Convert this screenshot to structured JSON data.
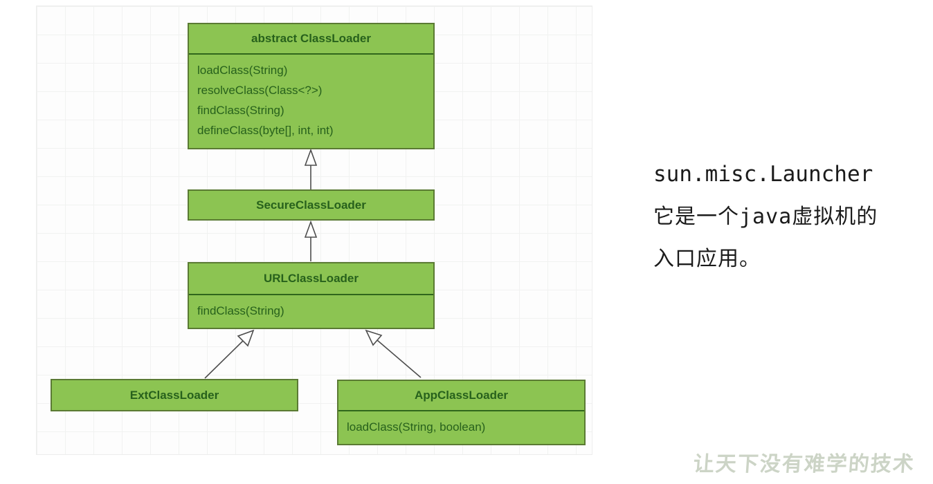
{
  "diagram": {
    "classes": [
      {
        "id": "abstract-classloader",
        "title": "abstract ClassLoader",
        "methods": [
          "loadClass(String)",
          "resolveClass(Class<?>)",
          "findClass(String)",
          "defineClass(byte[], int, int)"
        ]
      },
      {
        "id": "secure-classloader",
        "title": "SecureClassLoader",
        "methods": []
      },
      {
        "id": "url-classloader",
        "title": "URLClassLoader",
        "methods": [
          "findClass(String)"
        ]
      },
      {
        "id": "ext-classloader",
        "title": "ExtClassLoader",
        "methods": []
      },
      {
        "id": "app-classloader",
        "title": "AppClassLoader",
        "methods": [
          "loadClass(String, boolean)"
        ]
      }
    ],
    "relations": [
      {
        "from": "SecureClassLoader",
        "to": "abstract ClassLoader",
        "type": "inheritance"
      },
      {
        "from": "URLClassLoader",
        "to": "SecureClassLoader",
        "type": "inheritance"
      },
      {
        "from": "ExtClassLoader",
        "to": "URLClassLoader",
        "type": "inheritance"
      },
      {
        "from": "AppClassLoader",
        "to": "URLClassLoader",
        "type": "inheritance"
      }
    ],
    "colors": {
      "box_fill": "#8cc452",
      "box_border": "#5a7a33",
      "header_separator": "#2f661c",
      "box_text": "#27611c",
      "arrow": "#4d4d4d"
    }
  },
  "note": {
    "line1": "sun.misc.Launcher",
    "line2": "它是一个java虚拟机的",
    "line3": "入口应用。"
  },
  "watermark": {
    "text": "让天下没有难学的技术",
    "color": "#ccd4c6"
  }
}
